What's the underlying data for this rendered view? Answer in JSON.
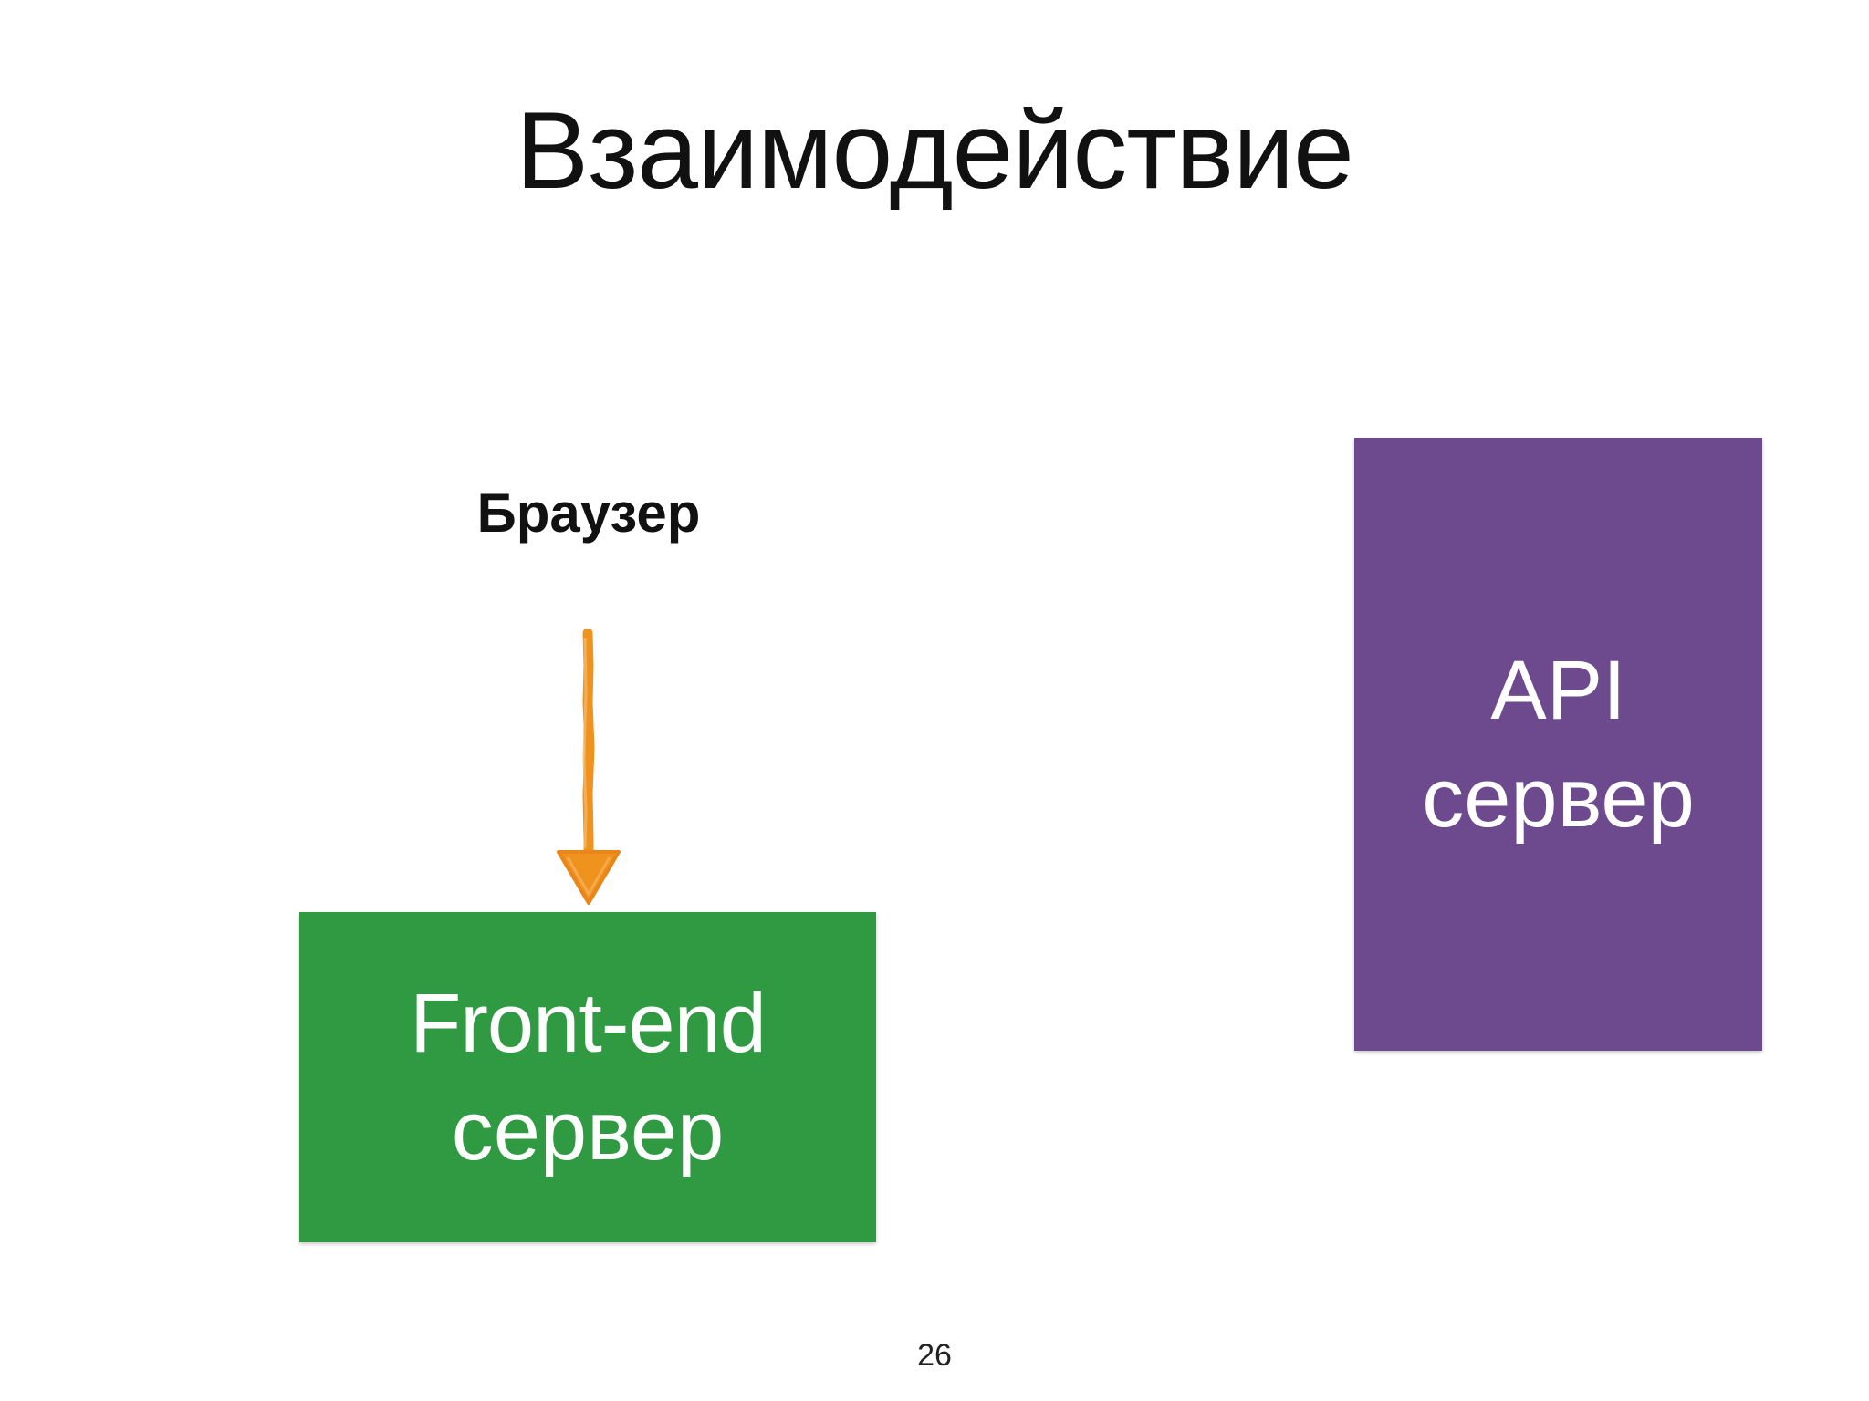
{
  "slide": {
    "title": "Взаимодействие",
    "page_number": "26"
  },
  "diagram": {
    "browser": {
      "label": "Браузер"
    },
    "frontend_server": {
      "line1": "Front-end",
      "line2": "сервер",
      "color": "#2f9a42"
    },
    "api_server": {
      "line1": "API",
      "line2": "сервер",
      "color": "#6d498e"
    },
    "arrow": {
      "from": "browser",
      "to": "frontend_server",
      "color": "#f0921e"
    }
  }
}
